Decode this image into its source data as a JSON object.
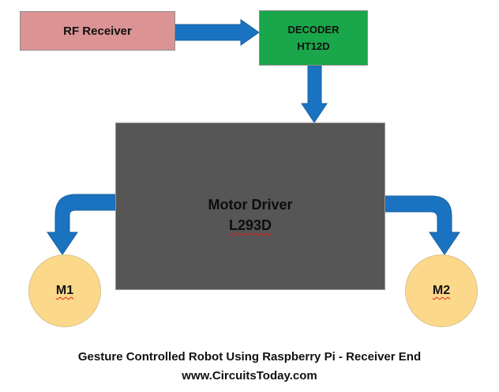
{
  "blocks": {
    "rf_receiver": "RF Receiver",
    "decoder_line1": "DECODER",
    "decoder_line2": "HT12D",
    "motor_driver_line1": "Motor Driver",
    "motor_driver_line2": "L293D",
    "motor1": "M1",
    "motor2": "M2"
  },
  "caption": {
    "title": "Gesture Controlled Robot Using Raspberry Pi - Receiver End",
    "website": "www.CircuitsToday.com"
  },
  "colors": {
    "rf_fill": "#dc9394",
    "decoder_fill": "#1aa64a",
    "motor_driver_fill": "#565656",
    "motor_fill": "#fbd88a",
    "arrow_fill": "#1a73c0"
  }
}
